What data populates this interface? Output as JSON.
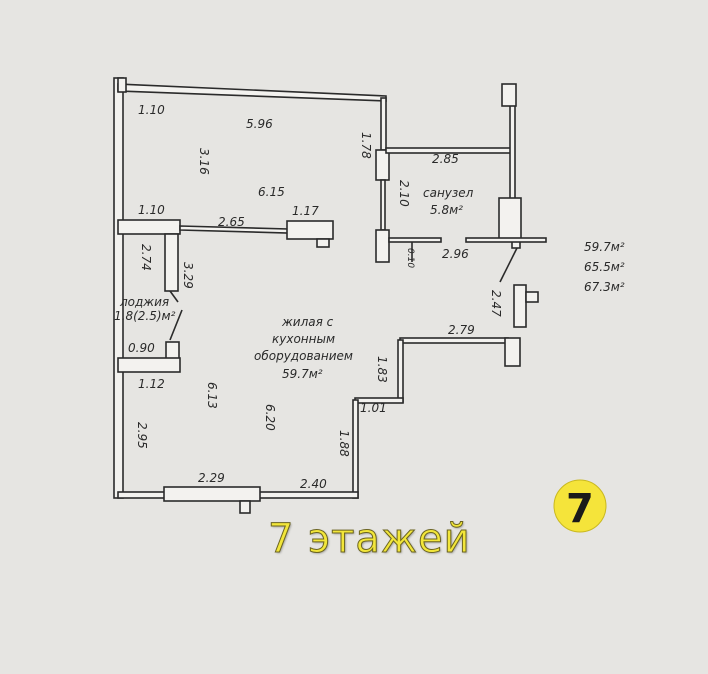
{
  "plan": {
    "dimensions": {
      "top_left_wall": "1.10",
      "top_width": "5.96",
      "room_depth_left": "3.16",
      "wall_178": "1.78",
      "room_width_615": "6.15",
      "bath_top": "2.85",
      "bath_height": "2.10",
      "interior_wall_left": "1.10",
      "interior_wall": "2.65",
      "kitchen_block": "1.17",
      "bath_bottom": "2.96",
      "bath_offset": "0.10",
      "loggia_inner": "2.74",
      "loggia_outer": "3.29",
      "door_diag": "2.47",
      "step_right": "2.79",
      "loggia_bottom": "0.90",
      "wall_112": "1.12",
      "step_vertical_1": "1.83",
      "depth_613": "6.13",
      "depth_620": "6.20",
      "step_horizontal": "1.01",
      "left_lower": "2.95",
      "step_vertical_2": "1.88",
      "bottom_left": "2.29",
      "bottom_right": "2.40"
    },
    "rooms": {
      "bathroom_name": "санузел",
      "bathroom_area": "5.8м²",
      "loggia_name": "лоджия",
      "loggia_area": "1.8(2.5)м²",
      "living_line1": "жилая с",
      "living_line2": "кухонным",
      "living_line3": "оборудованием",
      "living_area": "59.7м²"
    },
    "totals": [
      "59.7м²",
      "65.5м²",
      "67.3м²"
    ]
  },
  "overlay": {
    "caption": "7 этажей",
    "logo_text": "7",
    "caption_color": "#f2e63a",
    "logo_color": "#f5e43a"
  }
}
